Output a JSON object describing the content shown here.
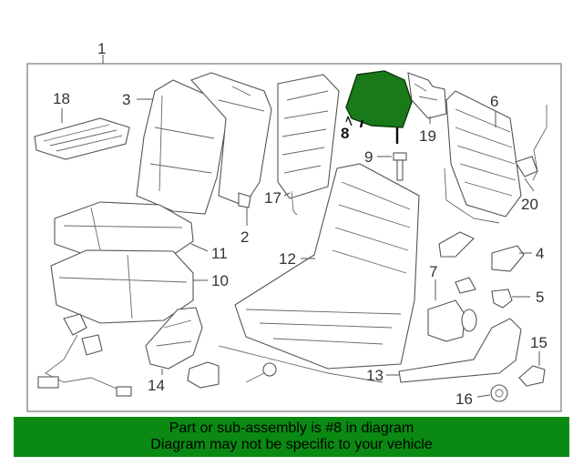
{
  "diagram": {
    "assembly_number": "1",
    "highlighted_part": "8",
    "highlight_color": "#1a7a1a",
    "parts": [
      {
        "id": "p18",
        "number": "18"
      },
      {
        "id": "p3",
        "number": "3"
      },
      {
        "id": "p2",
        "number": "2"
      },
      {
        "id": "p17",
        "number": "17"
      },
      {
        "id": "p8",
        "number": "8"
      },
      {
        "id": "p19",
        "number": "19"
      },
      {
        "id": "p6",
        "number": "6"
      },
      {
        "id": "p9",
        "number": "9"
      },
      {
        "id": "p20",
        "number": "20"
      },
      {
        "id": "p11",
        "number": "11"
      },
      {
        "id": "p12",
        "number": "12"
      },
      {
        "id": "p4",
        "number": "4"
      },
      {
        "id": "p10",
        "number": "10"
      },
      {
        "id": "p7",
        "number": "7"
      },
      {
        "id": "p5",
        "number": "5"
      },
      {
        "id": "p14",
        "number": "14"
      },
      {
        "id": "p13",
        "number": "13"
      },
      {
        "id": "p15",
        "number": "15"
      },
      {
        "id": "p16",
        "number": "16"
      }
    ]
  },
  "banner": {
    "line1": "Part or sub-assembly is #8 in diagram",
    "line2": "Diagram may not be specific to your vehicle",
    "background": "#0a8a12"
  }
}
